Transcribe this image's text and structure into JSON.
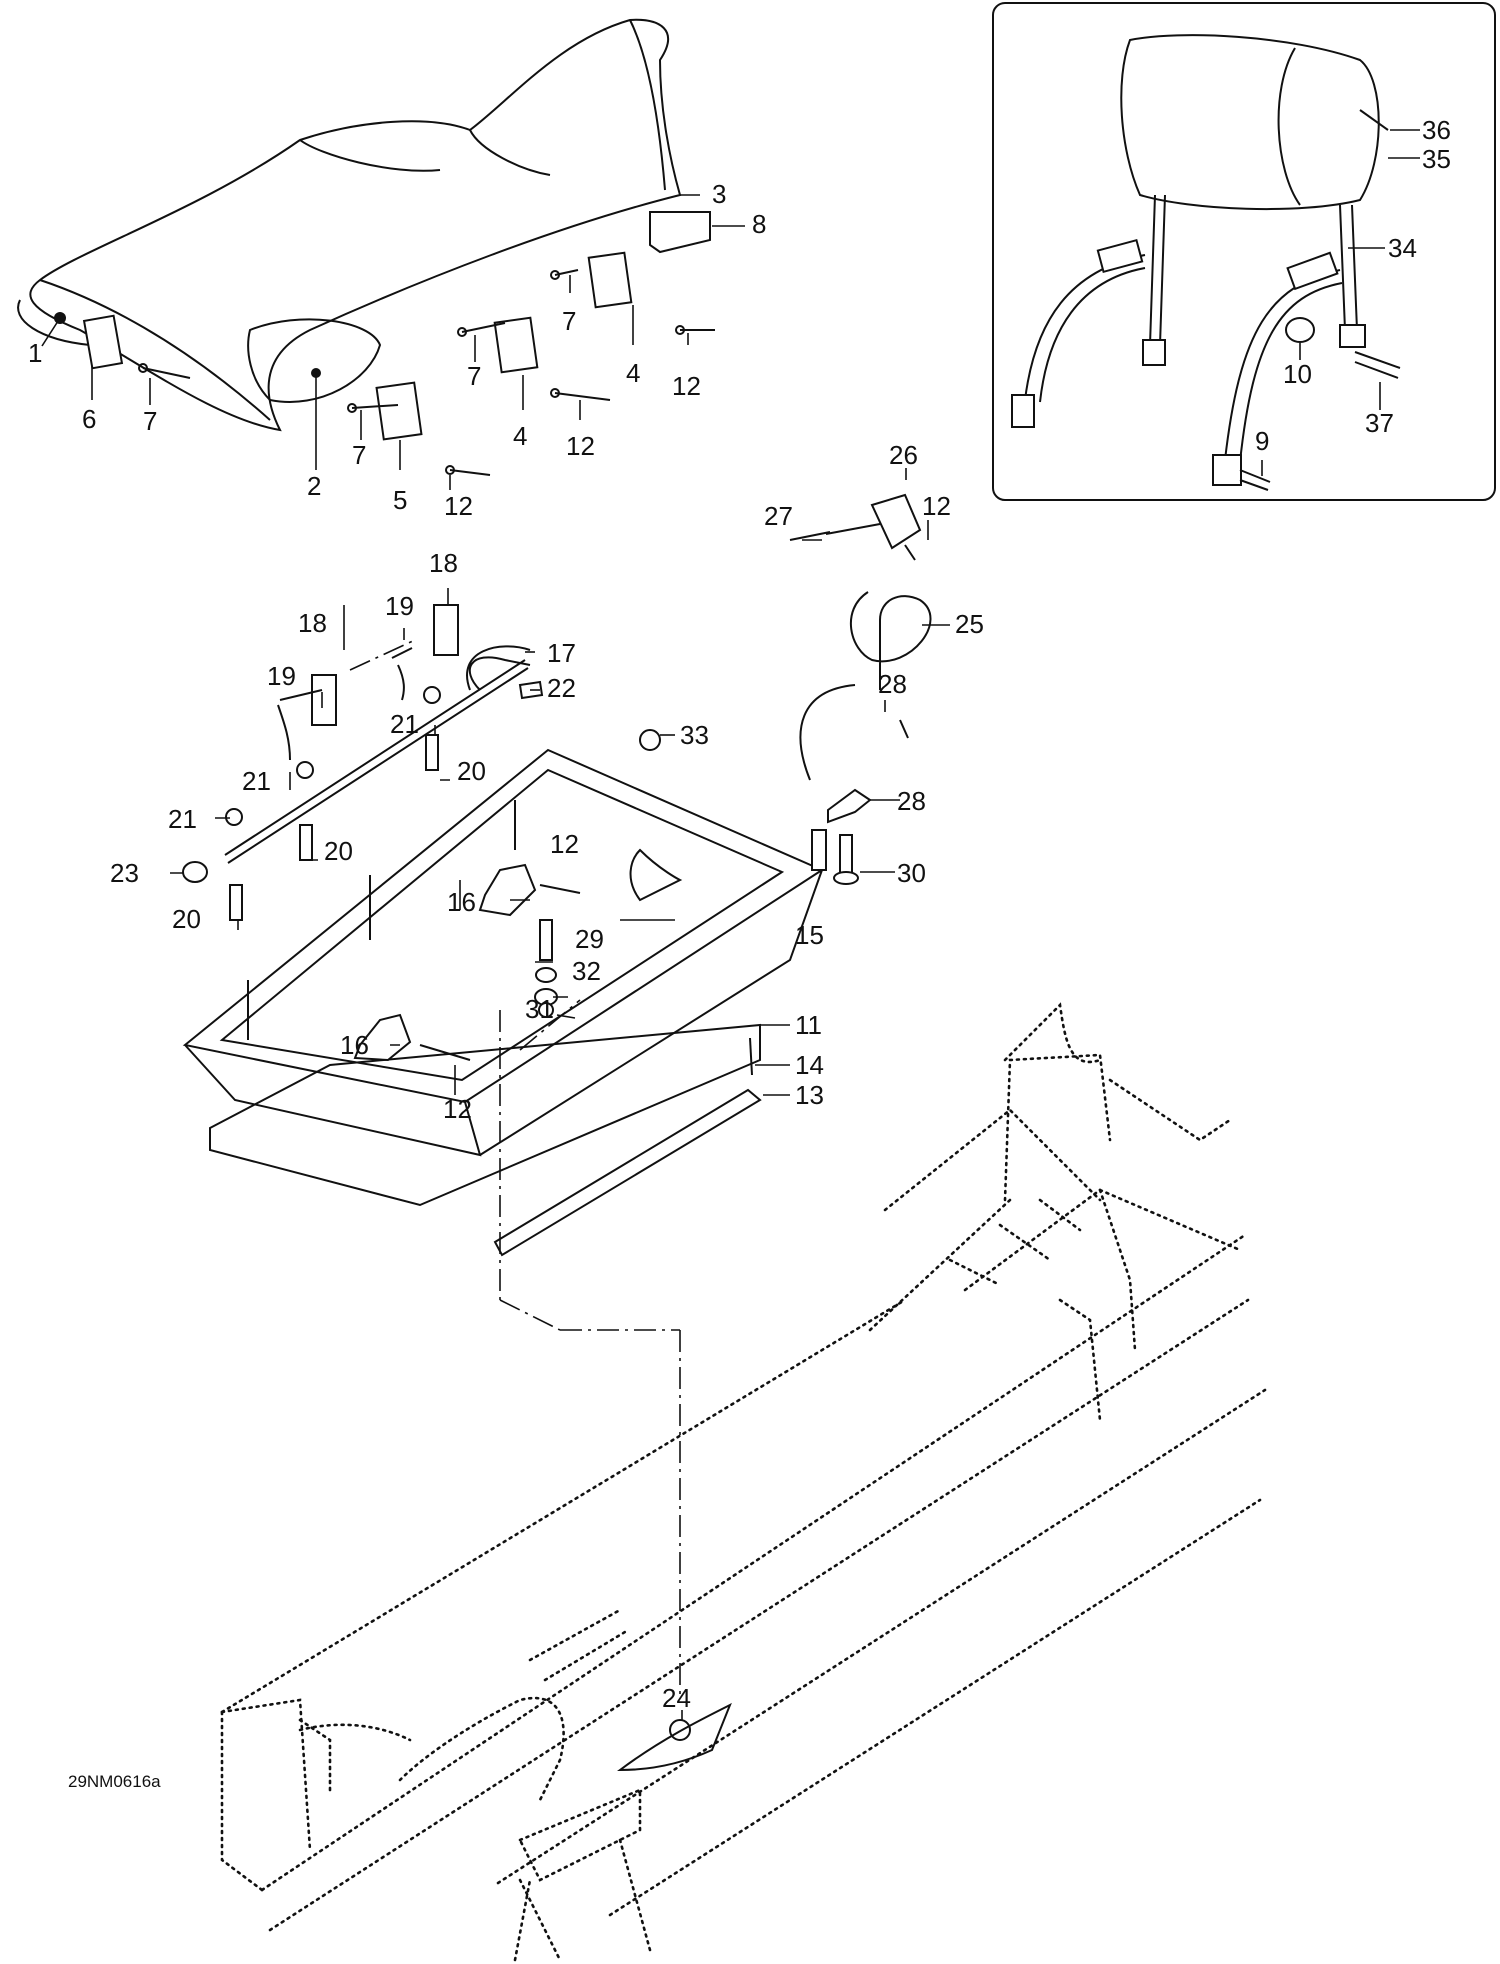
{
  "figure_code": "29NM0616a",
  "callouts": [
    {
      "id": "c1",
      "text": "1"
    },
    {
      "id": "c2",
      "text": "2"
    },
    {
      "id": "c3",
      "text": "3"
    },
    {
      "id": "c4a",
      "text": "4"
    },
    {
      "id": "c4b",
      "text": "4"
    },
    {
      "id": "c5",
      "text": "5"
    },
    {
      "id": "c6",
      "text": "6"
    },
    {
      "id": "c7a",
      "text": "7"
    },
    {
      "id": "c7b",
      "text": "7"
    },
    {
      "id": "c7c",
      "text": "7"
    },
    {
      "id": "c7d",
      "text": "7"
    },
    {
      "id": "c8",
      "text": "8"
    },
    {
      "id": "c9",
      "text": "9"
    },
    {
      "id": "c10",
      "text": "10"
    },
    {
      "id": "c11",
      "text": "11"
    },
    {
      "id": "c12a",
      "text": "12"
    },
    {
      "id": "c12b",
      "text": "12"
    },
    {
      "id": "c12c",
      "text": "12"
    },
    {
      "id": "c12d",
      "text": "12"
    },
    {
      "id": "c12e",
      "text": "12"
    },
    {
      "id": "c12f",
      "text": "12"
    },
    {
      "id": "c13",
      "text": "13"
    },
    {
      "id": "c14",
      "text": "14"
    },
    {
      "id": "c15",
      "text": "15"
    },
    {
      "id": "c16a",
      "text": "16"
    },
    {
      "id": "c16b",
      "text": "16"
    },
    {
      "id": "c17",
      "text": "17"
    },
    {
      "id": "c18a",
      "text": "18"
    },
    {
      "id": "c18b",
      "text": "18"
    },
    {
      "id": "c19a",
      "text": "19"
    },
    {
      "id": "c19b",
      "text": "19"
    },
    {
      "id": "c20a",
      "text": "20"
    },
    {
      "id": "c20b",
      "text": "20"
    },
    {
      "id": "c20c",
      "text": "20"
    },
    {
      "id": "c21a",
      "text": "21"
    },
    {
      "id": "c21b",
      "text": "21"
    },
    {
      "id": "c21c",
      "text": "21"
    },
    {
      "id": "c22",
      "text": "22"
    },
    {
      "id": "c23",
      "text": "23"
    },
    {
      "id": "c24",
      "text": "24"
    },
    {
      "id": "c25",
      "text": "25"
    },
    {
      "id": "c26",
      "text": "26"
    },
    {
      "id": "c27",
      "text": "27"
    },
    {
      "id": "c28a",
      "text": "28"
    },
    {
      "id": "c28b",
      "text": "28"
    },
    {
      "id": "c29",
      "text": "29"
    },
    {
      "id": "c30",
      "text": "30"
    },
    {
      "id": "c31",
      "text": "31"
    },
    {
      "id": "c32",
      "text": "32"
    },
    {
      "id": "c33",
      "text": "33"
    },
    {
      "id": "c34",
      "text": "34"
    },
    {
      "id": "c35",
      "text": "35"
    },
    {
      "id": "c36",
      "text": "36"
    },
    {
      "id": "c37",
      "text": "37"
    }
  ]
}
